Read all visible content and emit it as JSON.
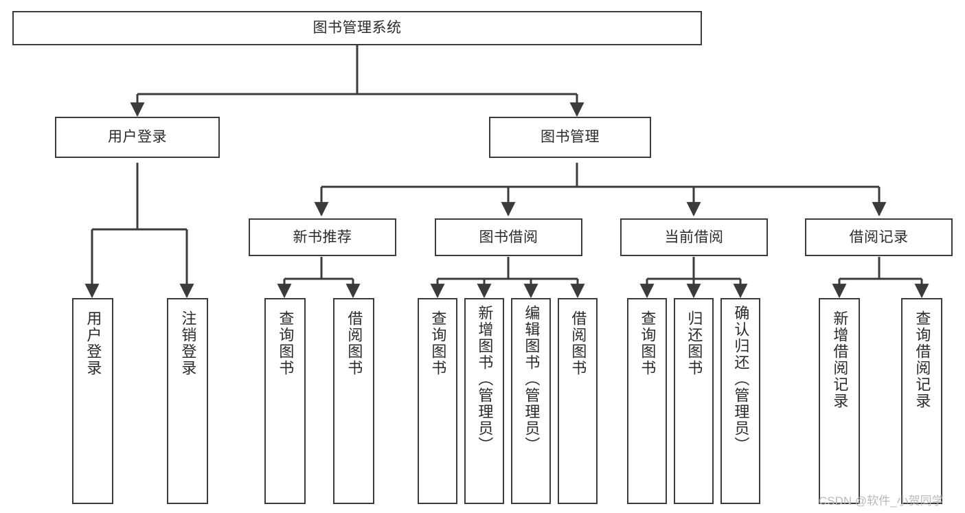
{
  "diagram": {
    "title": "图书管理系统",
    "type": "functional-decomposition-tree",
    "line_color": "#3b3b3b",
    "text_color": "#2b2b2b",
    "background_color": "#ffffff",
    "root": {
      "label": "图书管理系统"
    },
    "level2": [
      {
        "label": "用户登录"
      },
      {
        "label": "图书管理"
      }
    ],
    "level3": [
      {
        "label": "新书推荐"
      },
      {
        "label": "图书借阅"
      },
      {
        "label": "当前借阅"
      },
      {
        "label": "借阅记录"
      }
    ],
    "leaves": {
      "user_login": [
        {
          "label": "用户登录"
        },
        {
          "label": "注销登录"
        }
      ],
      "new_book_recommend": [
        {
          "label": "查询图书"
        },
        {
          "label": "借阅图书"
        }
      ],
      "book_borrow": [
        {
          "label": "查询图书"
        },
        {
          "label": "新增图书（管理员）"
        },
        {
          "label": "编辑图书（管理员）"
        },
        {
          "label": "借阅图书"
        }
      ],
      "current_borrow": [
        {
          "label": "查询图书"
        },
        {
          "label": "归还图书"
        },
        {
          "label": "确认归还（管理员）"
        }
      ],
      "borrow_records": [
        {
          "label": "新增借阅记录"
        },
        {
          "label": "查询借阅记录"
        }
      ]
    }
  },
  "watermark": {
    "text": "CSDN @软件_小贺同学",
    "color": "#b9b9b9"
  }
}
